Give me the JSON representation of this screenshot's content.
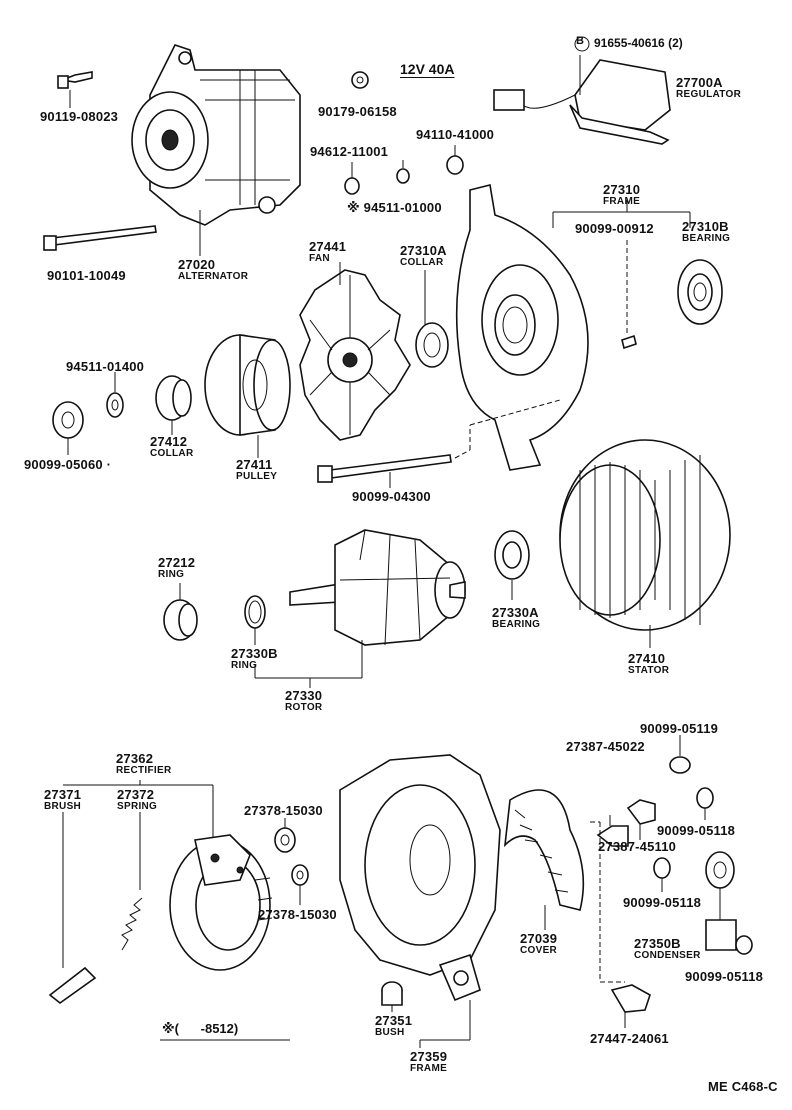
{
  "header": {
    "spec": "12V 40A",
    "regulator_screw": "91655-40616 (2)",
    "screw_marker": "B"
  },
  "parts": [
    {
      "id": "90119-08023"
    },
    {
      "id": "27020",
      "name": "ALTERNATOR"
    },
    {
      "id": "90101-10049"
    },
    {
      "id": "90179-06158"
    },
    {
      "id": "94612-11001"
    },
    {
      "id": "94110-41000"
    },
    {
      "id": "※ 94511-01000"
    },
    {
      "id": "27700A",
      "name": "REGULATOR"
    },
    {
      "id": "27310",
      "name": "FRAME"
    },
    {
      "id": "90099-00912"
    },
    {
      "id": "27310B",
      "name": "BEARING"
    },
    {
      "id": "27441",
      "name": "FAN"
    },
    {
      "id": "27310A",
      "name": "COLLAR"
    },
    {
      "id": "94511-01400"
    },
    {
      "id": "90099-05060 ·"
    },
    {
      "id": "27412",
      "name": "COLLAR"
    },
    {
      "id": "27411",
      "name": "PULLEY"
    },
    {
      "id": "90099-04300"
    },
    {
      "id": "27212",
      "name": "RING"
    },
    {
      "id": "27330B",
      "name": "RING"
    },
    {
      "id": "27330",
      "name": "ROTOR"
    },
    {
      "id": "27330A",
      "name": "BEARING"
    },
    {
      "id": "27410",
      "name": "STATOR"
    },
    {
      "id": "27362",
      "name": "RECTIFIER"
    },
    {
      "id": "27371",
      "name": "BRUSH"
    },
    {
      "id": "27372",
      "name": "SPRING"
    },
    {
      "id": "27378-15030"
    },
    {
      "id": "27378-15030"
    },
    {
      "id": "27387-45022"
    },
    {
      "id": "90099-05119"
    },
    {
      "id": "27387-45110"
    },
    {
      "id": "90099-05118"
    },
    {
      "id": "90099-05118"
    },
    {
      "id": "27039",
      "name": "COVER"
    },
    {
      "id": "27350B",
      "name": "CONDENSER"
    },
    {
      "id": "90099-05118"
    },
    {
      "id": "27351",
      "name": "BUSH"
    },
    {
      "id": "27359",
      "name": "FRAME"
    },
    {
      "id": "27447-24061"
    }
  ],
  "footer": {
    "note": "※(      -8512)",
    "code": "ME C468-C"
  }
}
